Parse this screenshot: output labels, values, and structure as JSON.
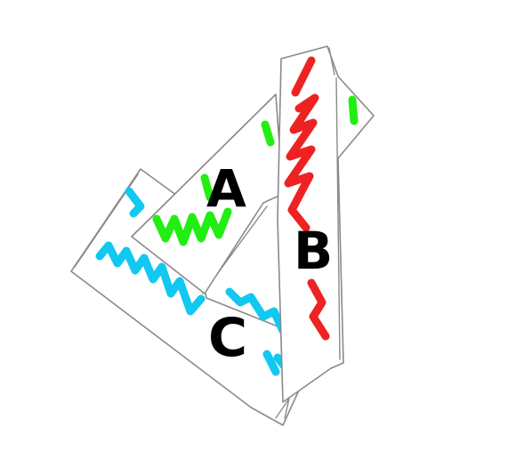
{
  "labels": {
    "a": "A",
    "b": "B",
    "c": "C"
  },
  "colors": {
    "background": "#ffffff",
    "outline": "#8a8a8a",
    "strip_a_scribble": "#22ee11",
    "strip_b_scribble": "#ee2222",
    "strip_c_scribble": "#11c8f0",
    "letters": "#000000"
  }
}
